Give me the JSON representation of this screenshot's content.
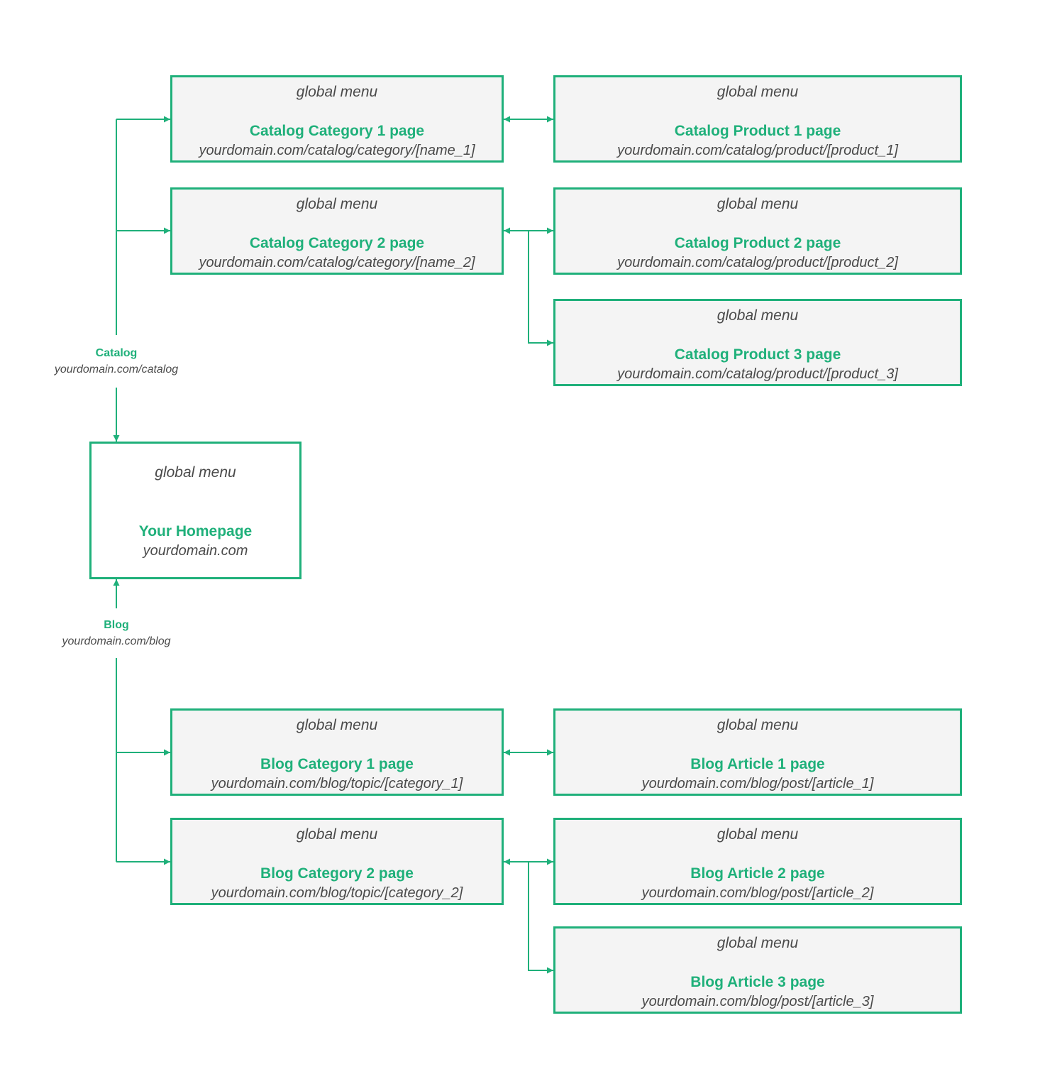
{
  "colors": {
    "accent": "#1fb07a",
    "box_fill": "#f4f4f4",
    "text": "#4a4a4a"
  },
  "home": {
    "menu": "global menu",
    "title": "Your Homepage",
    "url": "yourdomain.com"
  },
  "catalog": {
    "label": "Catalog",
    "url": "yourdomain.com/catalog",
    "categories": [
      {
        "menu": "global menu",
        "title": "Catalog Category 1 page",
        "url": "yourdomain.com/catalog/category/[name_1]"
      },
      {
        "menu": "global menu",
        "title": "Catalog Category 2 page",
        "url": "yourdomain.com/catalog/category/[name_2]"
      }
    ],
    "products": [
      {
        "menu": "global menu",
        "title": "Catalog Product 1 page",
        "url": "yourdomain.com/catalog/product/[product_1]"
      },
      {
        "menu": "global menu",
        "title": "Catalog Product 2 page",
        "url": "yourdomain.com/catalog/product/[product_2]"
      },
      {
        "menu": "global menu",
        "title": "Catalog Product 3 page",
        "url": "yourdomain.com/catalog/product/[product_3]"
      }
    ]
  },
  "blog": {
    "label": "Blog",
    "url": "yourdomain.com/blog",
    "categories": [
      {
        "menu": "global menu",
        "title": "Blog Category 1 page",
        "url": "yourdomain.com/blog/topic/[category_1]"
      },
      {
        "menu": "global menu",
        "title": "Blog Category 2 page",
        "url": "yourdomain.com/blog/topic/[category_2]"
      }
    ],
    "articles": [
      {
        "menu": "global menu",
        "title": "Blog Article 1 page",
        "url": "yourdomain.com/blog/post/[article_1]"
      },
      {
        "menu": "global menu",
        "title": "Blog Article 2 page",
        "url": "yourdomain.com/blog/post/[article_2]"
      },
      {
        "menu": "global menu",
        "title": "Blog Article 3 page",
        "url": "yourdomain.com/blog/post/[article_3]"
      }
    ]
  }
}
